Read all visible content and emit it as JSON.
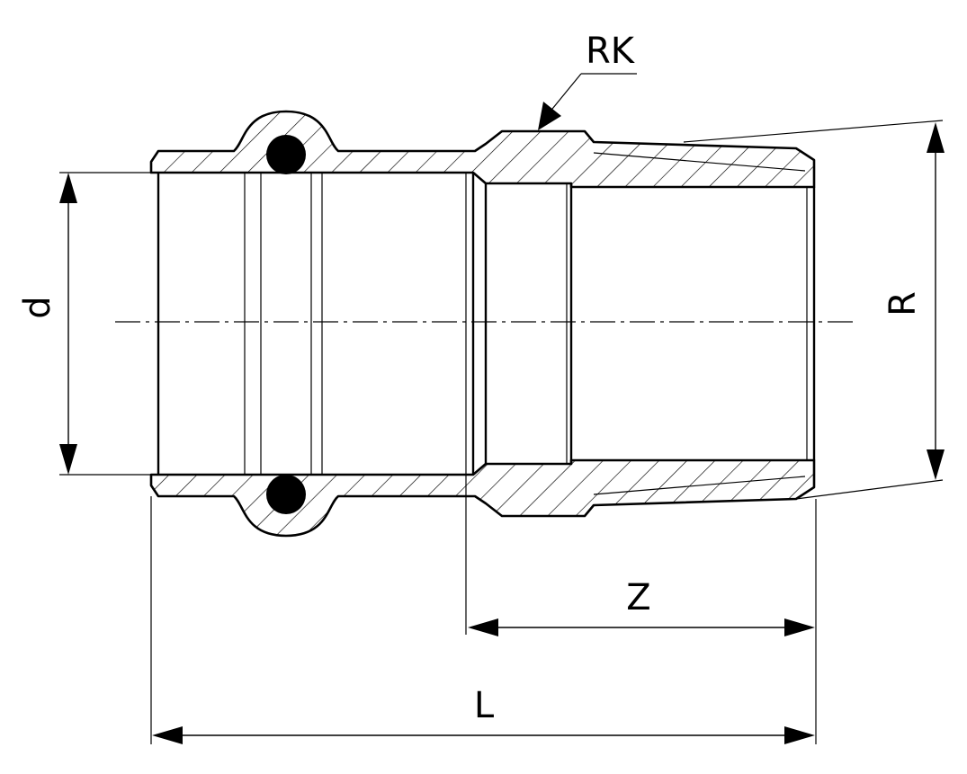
{
  "labels": {
    "rk": "RK",
    "d": "d",
    "r": "R",
    "z": "Z",
    "l": "L"
  },
  "colors": {
    "line": "#000000",
    "background": "#ffffff"
  }
}
